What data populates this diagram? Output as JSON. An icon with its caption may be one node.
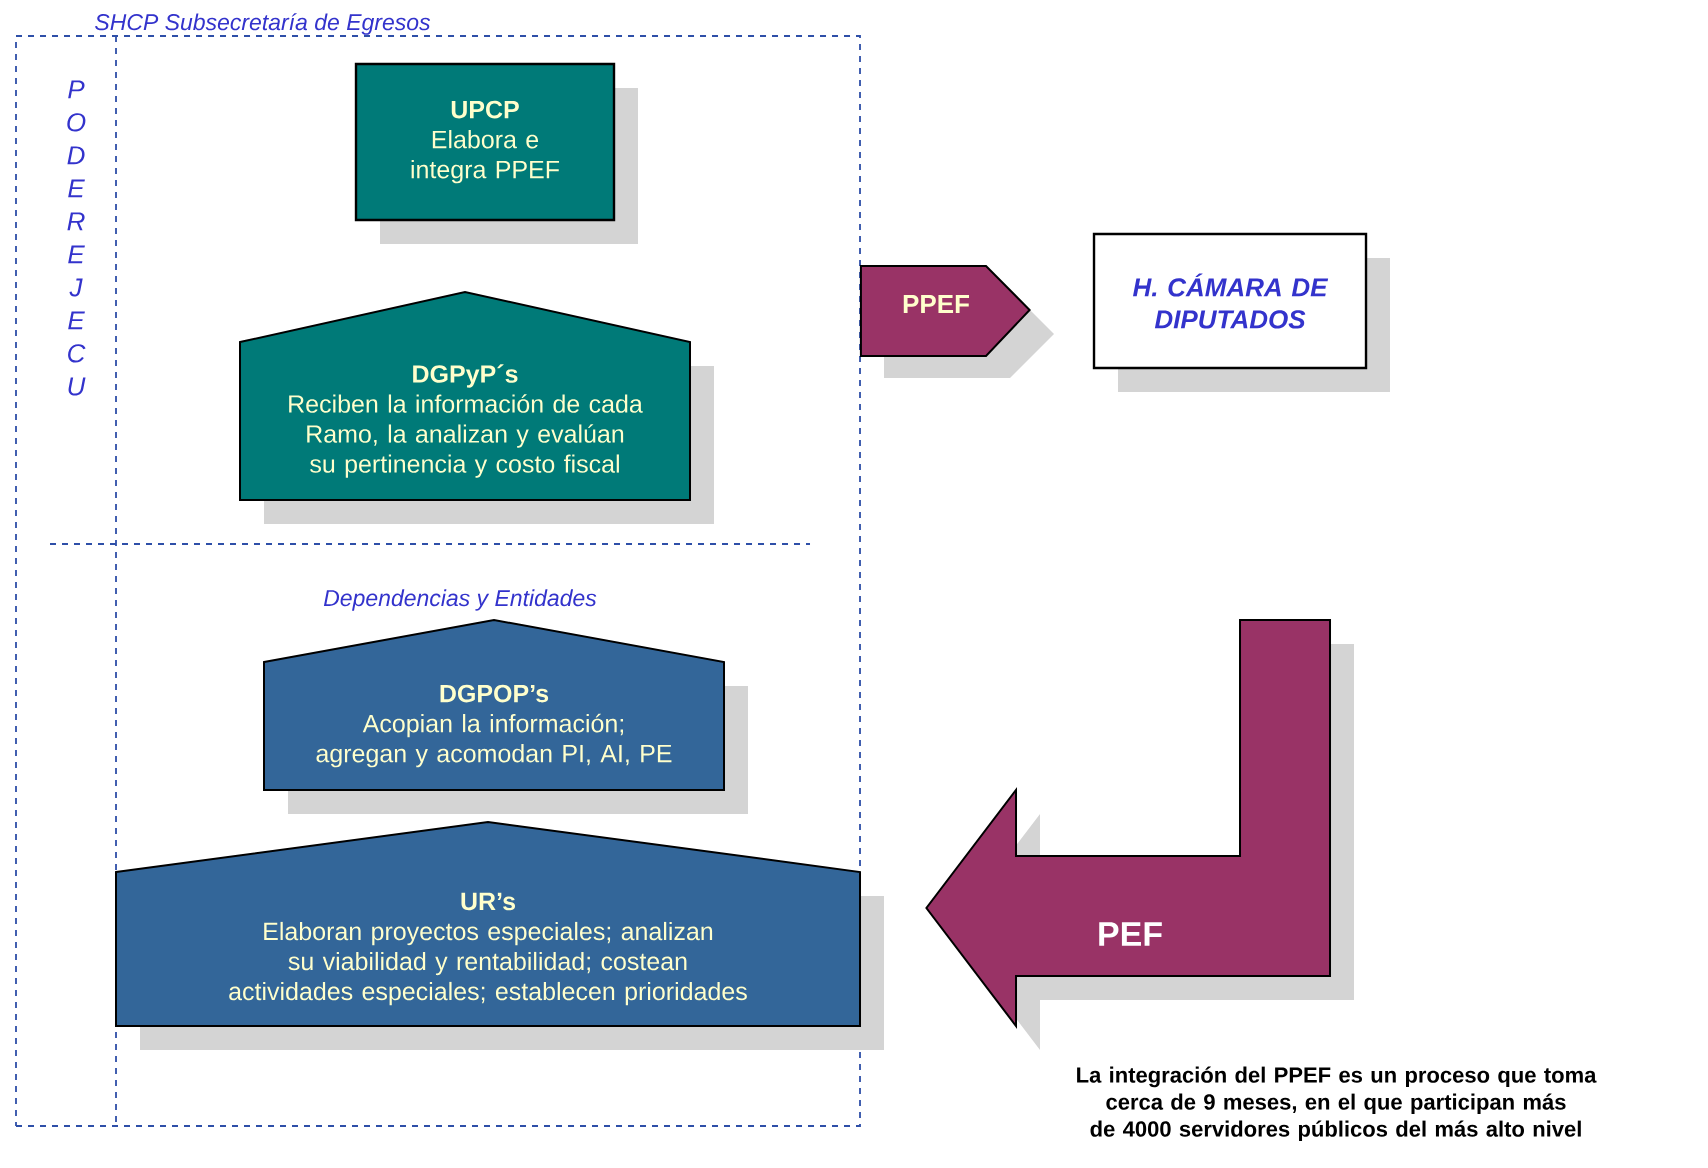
{
  "diagram": {
    "nodes": [
      {
        "text": [
          "SHCP Subsecretaría de Egresos"
        ]
      },
      {
        "text": [
          "UPCP",
          "Elabora e integra PPEF"
        ],
        "in": 0
      },
      {
        "text": [
          "DGPyP´s",
          "Reciben la información de cada Ramo, la analizan y evalúan su pertinencia y costo fiscal"
        ],
        "in": 0
      },
      {
        "text": [
          "DGPOP’s",
          "Acopian la información; agregan y acomodan PI, AI, PE"
        ],
        "in": 0
      },
      {
        "text": [
          "UR’s",
          "Elaboran proyectos especiales; analizan su viabilidad y rentabilidad; costean actividades especiales; establecen prioridades"
        ],
        "in": 0
      },
      {
        "text": [
          "H. CÁMARA DE DIPUTADOS"
        ]
      }
    ],
    "edges": [
      {
        "from": 0,
        "to": 5,
        "arrow": "to",
        "label": "PPEF"
      },
      {
        "from": null,
        "to": 4,
        "arrow": "to",
        "label": "PEF"
      }
    ],
    "labels": [
      "PODER EJECU",
      "Dependencias y Entidades",
      "La integración del PPEF es un proceso que toma cerca de 9 meses, en el que participan más de 4000 servidores públicos del más alto nivel"
    ]
  }
}
